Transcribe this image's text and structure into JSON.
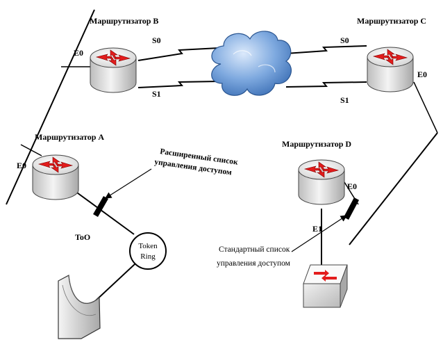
{
  "routers": {
    "a": {
      "title": "Маршрутизатор A",
      "port_e0": "E0",
      "port_to0": "ToO"
    },
    "b": {
      "title": "Маршрутизатор B",
      "port_e0": "E0",
      "port_s0": "S0",
      "port_s1": "S1"
    },
    "c": {
      "title": "Маршрутизатор C",
      "port_e0": "E0",
      "port_s0": "S0",
      "port_s1": "S1"
    },
    "d": {
      "title": "Маршрутизатор D",
      "port_e0": "E0",
      "port_e1": "E1"
    }
  },
  "token_ring": {
    "line1": "Token",
    "line2": "Ring"
  },
  "annotations": {
    "extended_acl": {
      "line1": "Расширенный список",
      "line2": "управления доступом"
    },
    "standard_acl": {
      "line1": "Стандартный список",
      "line2": "управления доступом"
    }
  },
  "colors": {
    "arrow_red": "#e31c1c",
    "cloud_blue": "#4a7fc4",
    "router_body": "#d8d8d8",
    "line": "#000000"
  },
  "icons": [
    "router-icon",
    "cloud-icon",
    "switch-icon",
    "token-ring-icon",
    "workstation-icon",
    "acl-marker-icon"
  ]
}
